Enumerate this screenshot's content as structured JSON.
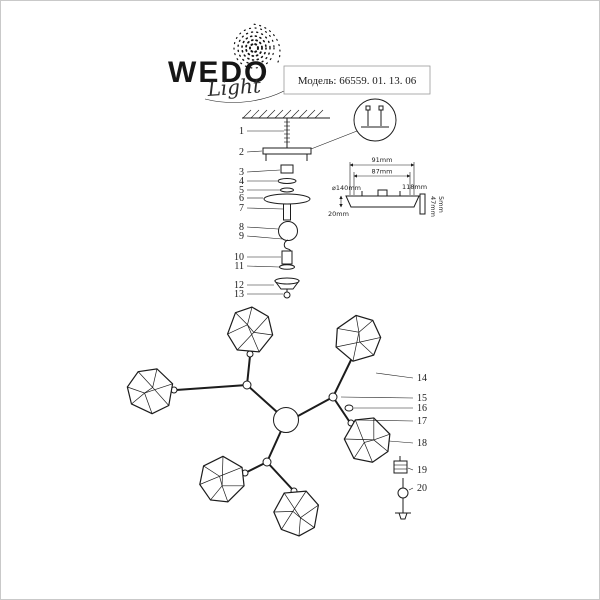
{
  "colors": {
    "page_bg": "#ffffff",
    "page_border": "#c9c9c9",
    "ink": "#1c1c1c"
  },
  "header": {
    "brand": "WEDO",
    "brand_script": "Light",
    "model_label": "Модель: 66559. 01. 13. 06"
  },
  "callouts": {
    "left": [
      "1",
      "2",
      "3",
      "4",
      "5",
      "6",
      "7",
      "8",
      "9",
      "10",
      "11",
      "12",
      "13"
    ],
    "right": [
      "14",
      "15",
      "16",
      "17",
      "18",
      "19",
      "20"
    ]
  },
  "dimension_labels": {
    "top_width": "91mm",
    "inner_width": "87mm",
    "diameter": "⌀140mm",
    "right_width": "118mm",
    "plate_height": "20mm",
    "side_height_a": "47mm",
    "side_height_b": "5mm"
  }
}
